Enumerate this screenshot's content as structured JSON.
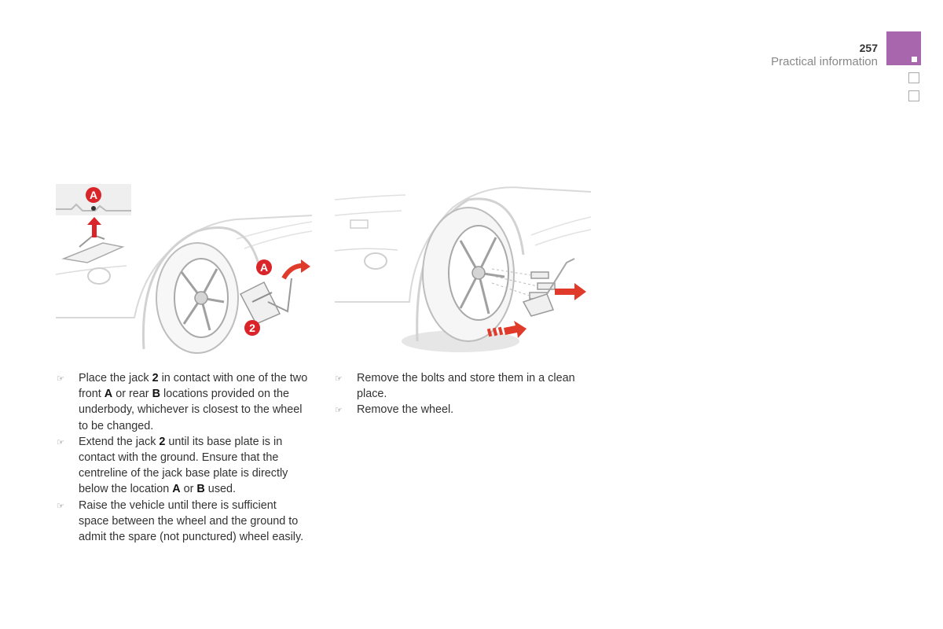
{
  "header": {
    "page_number": "257",
    "section_title": "Practical information"
  },
  "figures": {
    "figure1": {
      "marker_a": "A",
      "marker_2": "2"
    },
    "figure2": {}
  },
  "left_column": {
    "bullets": [
      {
        "marker": "☞",
        "parts": [
          "Place the jack ",
          "2",
          " in contact with one of the two front ",
          "A",
          " or rear ",
          "B",
          " locations provided on the underbody, whichever is closest to the wheel to be changed."
        ]
      },
      {
        "marker": "☞",
        "parts": [
          "Extend the jack ",
          "2",
          " until its base plate is in contact with the ground. Ensure that the centreline of the jack base plate is directly below the location ",
          "A",
          " or ",
          "B",
          " used."
        ]
      },
      {
        "marker": "☞",
        "parts": [
          "Raise the vehicle until there is sufficient space between the wheel and the ground to admit the spare (not punctured) wheel easily."
        ]
      }
    ]
  },
  "right_column": {
    "bullets": [
      {
        "marker": "☞",
        "text": "Remove the bolts and store them in a clean place."
      },
      {
        "marker": "☞",
        "text": "Remove the wheel."
      }
    ]
  },
  "colors": {
    "accent": "#a866ad",
    "marker_red": "#d9252a",
    "arrow_red": "#e03a2a"
  }
}
